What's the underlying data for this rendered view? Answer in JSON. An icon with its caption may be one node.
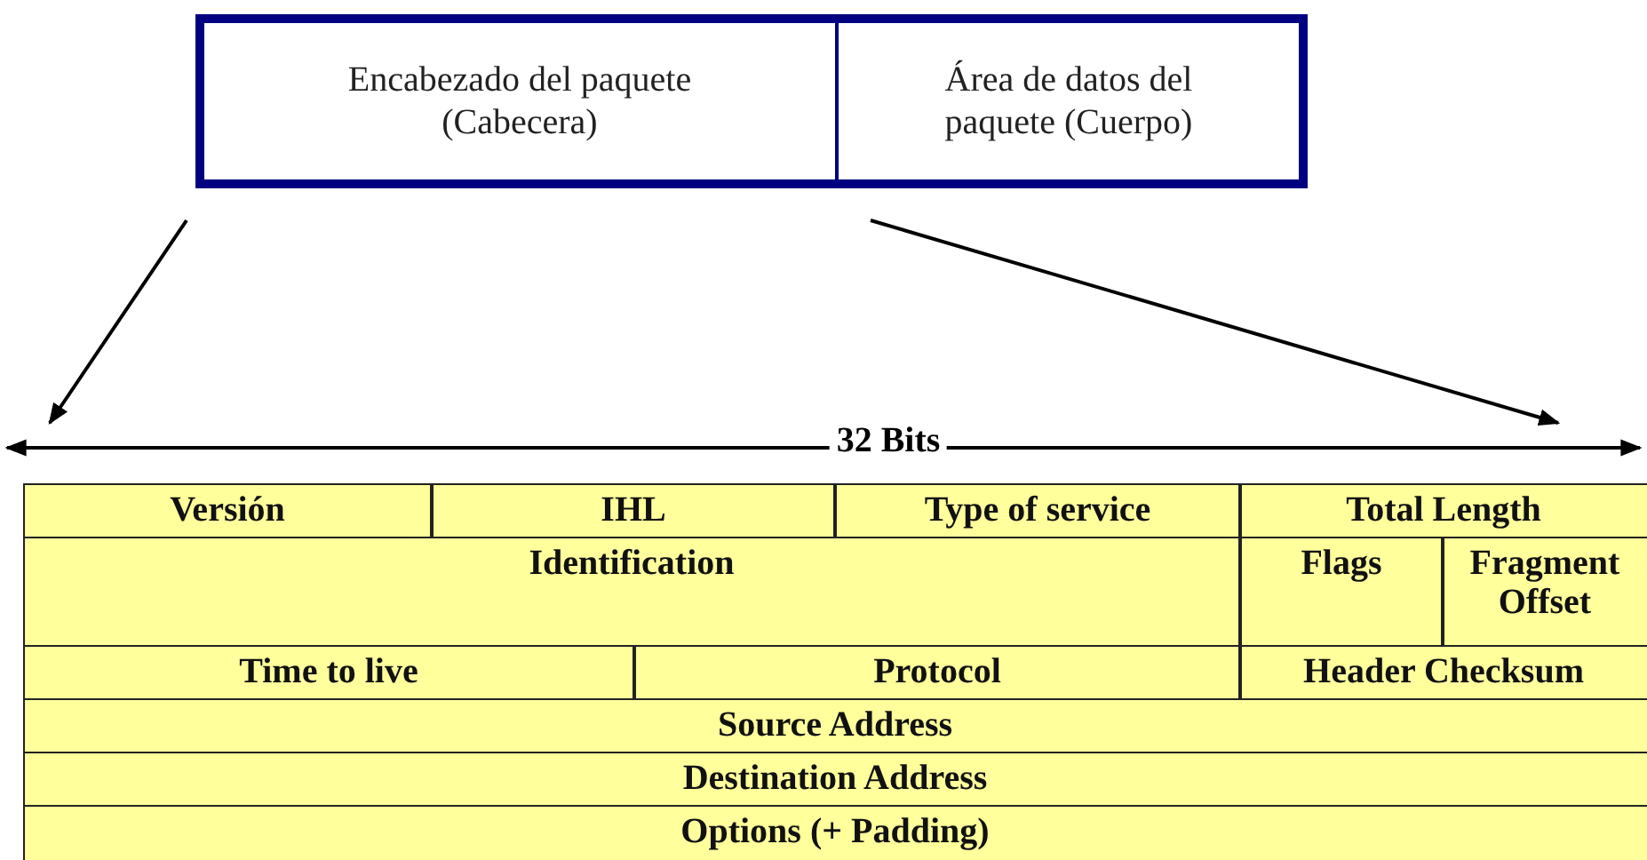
{
  "diagram": {
    "nodes": [
      {
        "text": [
          "Encabezado del paquete (Cabecera)"
        ]
      },
      {
        "text": [
          "Área de datos del paquete (Cuerpo)"
        ]
      }
    ],
    "edges": [
      {
        "from": 0,
        "to": null,
        "arrow": "to"
      },
      {
        "from": 1,
        "to": null,
        "arrow": "to"
      }
    ],
    "labels": [
      "32 Bits",
      "Versión",
      "IHL",
      "Type of service",
      "Total Length",
      "Identification",
      "Flags",
      "Fragment Offset",
      "Time to live",
      "Protocol",
      "Header Checksum",
      "Source Address",
      "Destination Address",
      "Options (+ Padding)"
    ]
  }
}
